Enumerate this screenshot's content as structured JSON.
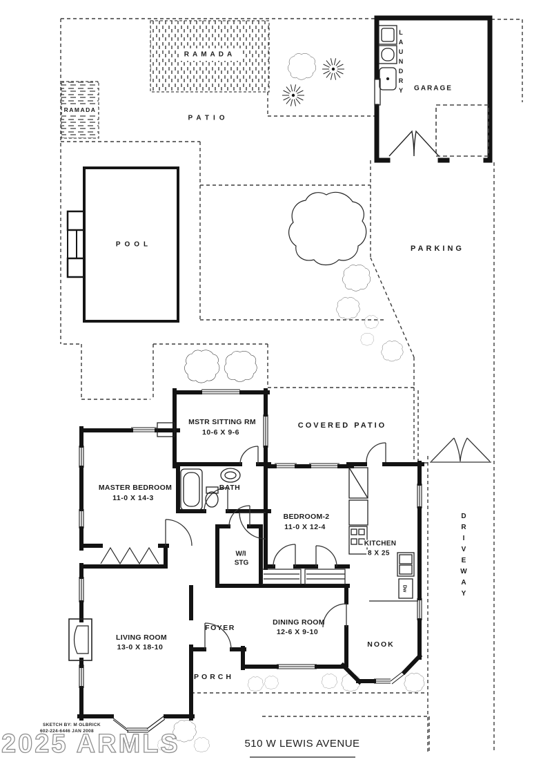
{
  "site": {
    "ramada_top": "RAMADA",
    "ramada_left": "RAMADA",
    "patio": "PATIO",
    "pool": "POOL",
    "parking": "PARKING",
    "covered_patio": "COVERED PATIO",
    "driveway": "DRIVEWAY",
    "porch": "PORCH"
  },
  "garage": {
    "label": "GARAGE",
    "laundry": "LAUNDRY"
  },
  "rooms": {
    "mstr_sitting": {
      "label": "MSTR SITTING RM",
      "dims": "10-6 X 9-6"
    },
    "master": {
      "label": "MASTER BEDROOM",
      "dims": "11-0 X 14-3"
    },
    "bath": {
      "label": "BATH"
    },
    "bedroom2": {
      "label": "BEDROOM-2",
      "dims": "11-0 X 12-4"
    },
    "kitchen": {
      "label": "KITCHEN",
      "dims": "8 X 25",
      "dishwasher": "Dw"
    },
    "wi_storage": {
      "line1": "W/I",
      "line2": "STG"
    },
    "dining": {
      "label": "DINING ROOM",
      "dims": "12-6 X 9-10"
    },
    "nook": {
      "label": "NOOK"
    },
    "foyer": {
      "label": "FOYER"
    },
    "living": {
      "label": "LIVING ROOM",
      "dims": "13-0 X 18-10"
    }
  },
  "footer": {
    "address": "510 W LEWIS AVENUE",
    "credit_line1": "SKETCH BY:  M OLBRICK",
    "credit_line2": "602-224-6446   JAN 2008",
    "watermark": "2025 ARMLS"
  },
  "colors": {
    "ink": "#151515",
    "fence": "#3a3a3a",
    "watermark": "#8f8f8f"
  }
}
